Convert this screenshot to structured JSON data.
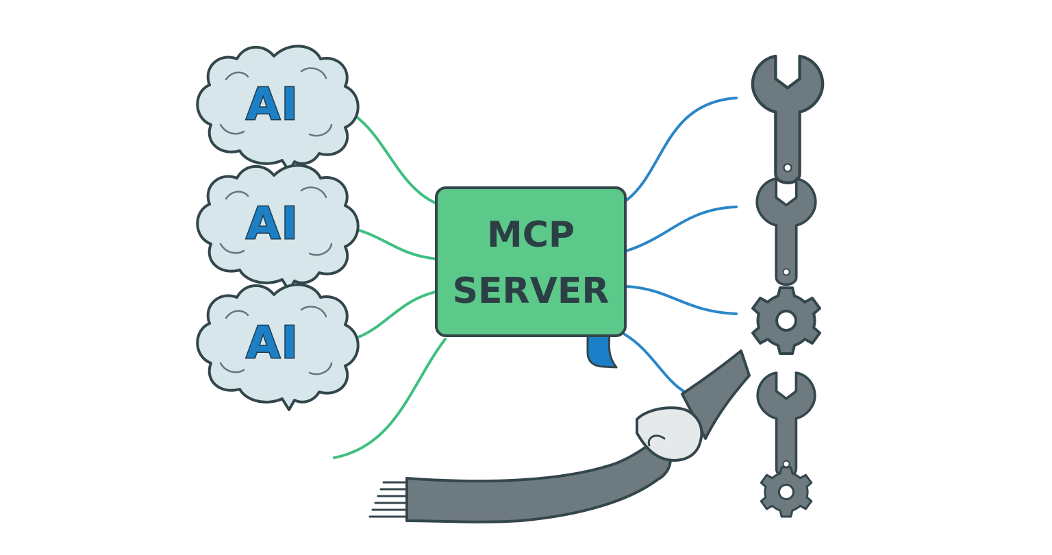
{
  "colors": {
    "background": "#ffffff",
    "ai_cloud_fill": "#d7e6ea",
    "ai_text": "#1d7fc4",
    "outline": "#33464c",
    "server_fill": "#5cc98a",
    "server_text": "#2b3f45",
    "left_connector": "#3fbf7f",
    "right_connector": "#2a86c8",
    "tool_fill": "#6d7a80",
    "ribbon": "#1b7fc7",
    "glove": "#e6e9ea"
  },
  "ai_clients": [
    {
      "label": "AI",
      "icon": "brain-cloud-icon"
    },
    {
      "label": "AI",
      "icon": "brain-cloud-icon"
    },
    {
      "label": "AI",
      "icon": "brain-cloud-icon"
    }
  ],
  "server": {
    "line1": "MCP",
    "line2": "SERVER"
  },
  "tools": [
    {
      "icon": "wrench-icon"
    },
    {
      "icon": "wrench-icon"
    },
    {
      "icon": "gear-icon"
    },
    {
      "icon": "wrench-icon"
    },
    {
      "icon": "gear-icon"
    }
  ],
  "hand": {
    "icon": "gloved-hand-icon"
  }
}
